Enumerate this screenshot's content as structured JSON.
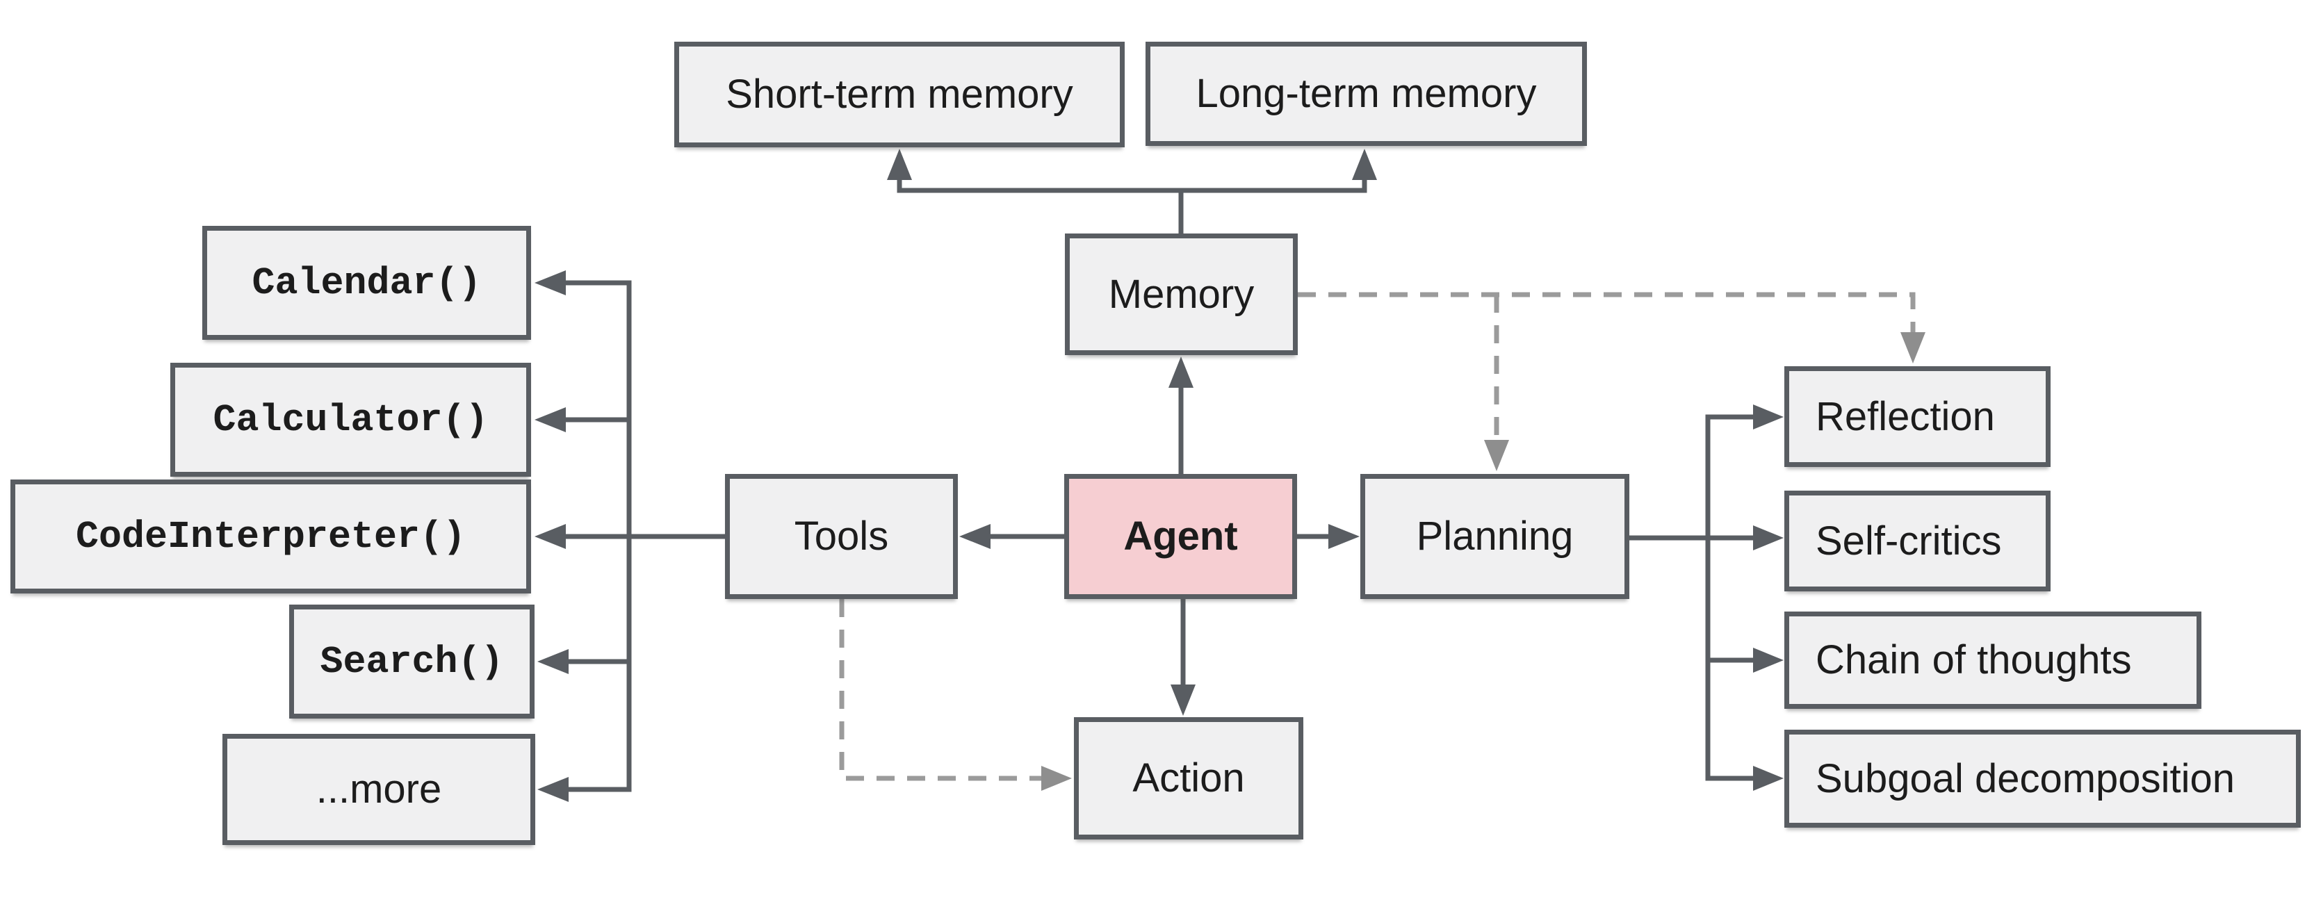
{
  "diagram_type": "flowchart",
  "nodes": {
    "agent": "Agent",
    "memory": "Memory",
    "tools": "Tools",
    "planning": "Planning",
    "action": "Action",
    "short_term_memory": "Short-term memory",
    "long_term_memory": "Long-term memory",
    "calendar": "Calendar()",
    "calculator": "Calculator()",
    "code_interpreter": "CodeInterpreter()",
    "search": "Search()",
    "more": "...more",
    "reflection": "Reflection",
    "self_critics": "Self-critics",
    "chain_of_thoughts": "Chain of thoughts",
    "subgoal_decomposition": "Subgoal decomposition"
  },
  "edges": [
    {
      "from": "Agent",
      "to": "Memory",
      "style": "solid"
    },
    {
      "from": "Agent",
      "to": "Tools",
      "style": "solid"
    },
    {
      "from": "Agent",
      "to": "Planning",
      "style": "solid"
    },
    {
      "from": "Agent",
      "to": "Action",
      "style": "solid"
    },
    {
      "from": "Memory",
      "to": "Short-term memory",
      "style": "solid"
    },
    {
      "from": "Memory",
      "to": "Long-term memory",
      "style": "solid"
    },
    {
      "from": "Tools",
      "to": "Calendar()",
      "style": "solid"
    },
    {
      "from": "Tools",
      "to": "Calculator()",
      "style": "solid"
    },
    {
      "from": "Tools",
      "to": "CodeInterpreter()",
      "style": "solid"
    },
    {
      "from": "Tools",
      "to": "Search()",
      "style": "solid"
    },
    {
      "from": "Tools",
      "to": "...more",
      "style": "solid"
    },
    {
      "from": "Planning",
      "to": "Reflection",
      "style": "solid"
    },
    {
      "from": "Planning",
      "to": "Self-critics",
      "style": "solid"
    },
    {
      "from": "Planning",
      "to": "Chain of thoughts",
      "style": "solid"
    },
    {
      "from": "Planning",
      "to": "Subgoal decomposition",
      "style": "solid"
    },
    {
      "from": "Memory",
      "to": "Planning",
      "style": "dashed"
    },
    {
      "from": "Memory",
      "to": "Reflection",
      "style": "dashed"
    },
    {
      "from": "Tools",
      "to": "Action",
      "style": "dashed"
    }
  ],
  "colors": {
    "background": "#ffffff",
    "node_fill": "#f0f0f1",
    "node_border": "#595d62",
    "agent_fill": "#f6ced2",
    "solid_connector": "#595d62",
    "dashed_connector": "#9b9b9b",
    "dashed_arrowhead": "#8e8e8e",
    "text": "#1c1c1c"
  }
}
